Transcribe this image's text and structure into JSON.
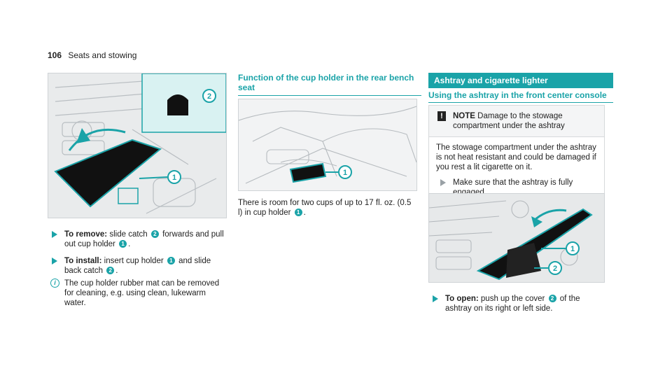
{
  "header": {
    "page_number": "106",
    "section": "Seats and stowing"
  },
  "left": {
    "steps": [
      {
        "label": "To remove:",
        "parts": [
          "slide catch",
          "2",
          "forwards and pull out cup holder",
          "1",
          "."
        ]
      },
      {
        "label": "To install:",
        "parts": [
          "insert cup holder",
          "1",
          "and slide back catch",
          "2",
          "."
        ]
      }
    ],
    "info": "The cup holder rubber mat can be removed for cleaning, e.g. using clean, lukewarm water."
  },
  "middle": {
    "title": "Function of the cup holder in the rear bench seat",
    "body_a": "There is room for two cups of up to 17 fl. oz. (0.5 l) in cup holder",
    "body_badge": "1",
    "body_end": "."
  },
  "right": {
    "bar_title": "Ashtray and cigarette lighter",
    "subtitle": "Using the ashtray in the front center console",
    "note": {
      "icon": "!",
      "label": "NOTE",
      "head": "Damage to the stowage compartment under the ashtray",
      "body": "The stowage compartment under the ashtray is not heat resistant and could be damaged if you rest a lit cigarette on it.",
      "step": "Make sure that the ashtray is fully engaged."
    },
    "step": {
      "label": "To open:",
      "parts": [
        "push up the cover",
        "2",
        "of the ashtray on its right or left side."
      ]
    }
  },
  "figures": {
    "callout_1": "1",
    "callout_2": "2"
  },
  "colors": {
    "accent": "#1aa3a8"
  }
}
